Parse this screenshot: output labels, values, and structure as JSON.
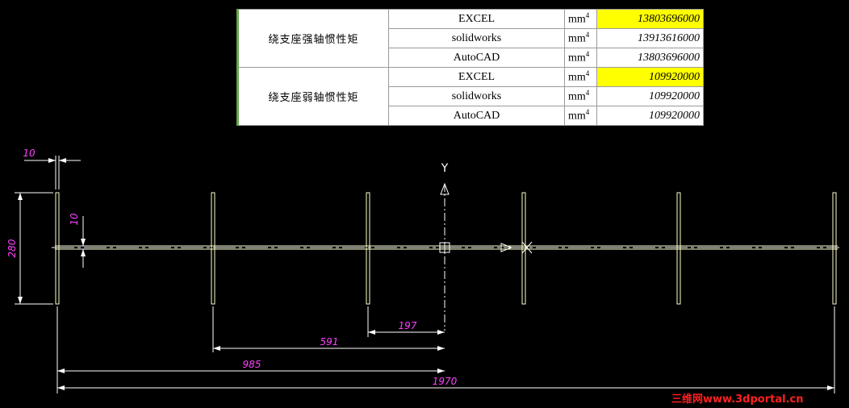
{
  "table": {
    "groups": [
      {
        "label": "绕支座强轴惯性矩",
        "rows": [
          {
            "method": "EXCEL",
            "unit": "mm",
            "unit_exp": "4",
            "value": "13803696000",
            "highlight": true
          },
          {
            "method": "solidworks",
            "unit": "mm",
            "unit_exp": "4",
            "value": "13913616000",
            "highlight": false
          },
          {
            "method": "AutoCAD",
            "unit": "mm",
            "unit_exp": "4",
            "value": "13803696000",
            "highlight": false
          }
        ]
      },
      {
        "label": "绕支座弱轴惯性矩",
        "rows": [
          {
            "method": "EXCEL",
            "unit": "mm",
            "unit_exp": "4",
            "value": "109920000",
            "highlight": true
          },
          {
            "method": "solidworks",
            "unit": "mm",
            "unit_exp": "4",
            "value": "109920000",
            "highlight": false
          },
          {
            "method": "AutoCAD",
            "unit": "mm",
            "unit_exp": "4",
            "value": "109920000",
            "highlight": false
          }
        ]
      }
    ]
  },
  "drawing": {
    "axis_y_label": "Y",
    "dimensions": {
      "flange_thickness": "10",
      "web_thickness": "10",
      "height": "280",
      "spacing_1": "197",
      "spacing_2": "591",
      "spacing_3": "985",
      "total_width": "1970"
    }
  },
  "watermark": "三维网www.3dportal.cn",
  "colors": {
    "background": "#000000",
    "geometry": "#ffffcc",
    "dimension": "#ff40ff",
    "axis": "#ffffff",
    "highlight": "#ffff00"
  }
}
